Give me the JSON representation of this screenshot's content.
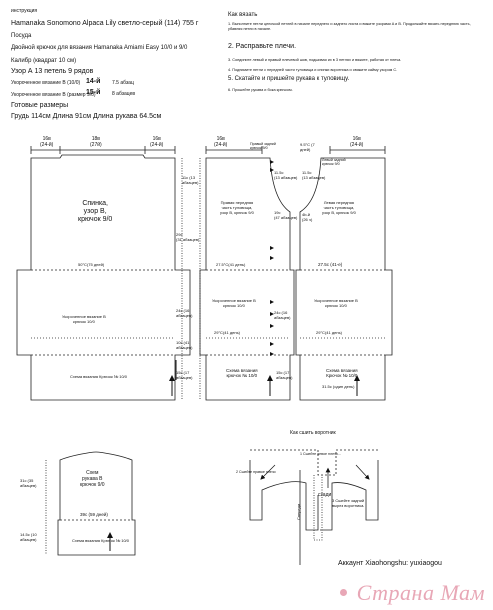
{
  "header": {
    "top_label": "инструкция",
    "yarn_line": "Hamanaka Sonomono Alpaca Lily светло-серый (114) 755 г",
    "tools_heading": "Посуда",
    "hook_line": "Двойной крючок для вязания Hamanaka Amiami Easy 10/0 и 9/0",
    "gauge_heading": "Калибр (квадрат 10 см)",
    "pattern_line": "Узор А 13 петель 9 рядов",
    "pattern_b_label": "Укороченное вязание В (10/0)",
    "pattern_b_value": "14-й",
    "pattern_b_unit": "7.5 абзац",
    "pattern_b2_label": "Укороченное вязание В (размер 9/0)",
    "pattern_b2_value": "15-й",
    "pattern_b2_unit": "8 абзацев",
    "sizes_heading": "Готовые размеры",
    "sizes_line": "Грудь 114см Длина 91см Длина рукава 64.5см"
  },
  "howto": {
    "title": "Как вязать",
    "step1": "1. Выполните петли цепочкой петлей в начале переднего и заднего листа и вяжите узорами A и В. Продолжайте вязать переднюю часть, убавляя петли в начале.",
    "step2_title": "2. Расправьте плечи.",
    "step3": "3. Соедините левый и правый плечевой шов, подшивая их в 3 петлях и вяжите, работая от плеча.",
    "step4": "4. Поднимите петли с передней части туловища и спинки воротника и свяжите кайму узором С.",
    "step5_title": "5. Скатайте и пришейте рукава к туловищу.",
    "step6": "6. Прошейте рукава и бока крючком."
  },
  "back": {
    "top_left": "16в\n(24-й)",
    "top_mid": "18в\n(27й)",
    "top_right": "16в\n(24-й)",
    "right_top": "11с (13\nабзацев)",
    "title": "Спинка,\nузор В,\nкрючок 9/0",
    "side_mid": "29с\n(31 абзацев)",
    "width_mark": "50°С(75 дней)",
    "body_label": "Укороченное вязание В\nкрючок 10/0",
    "side_body": "24с (16\nабзацев)",
    "side_lower": "10с (41\nабзацев)",
    "hem_label": "Схема вязания Крючок № 10/0",
    "hem_side": "15с (17\nабзацев)"
  },
  "right_front": {
    "top": "16в\n(24-й)",
    "collar": "Правый задний\nкрючок 9/0",
    "side_top": "11.5с\n(13 абзацев)",
    "title": "Правая передняя\nчасть туловища,\nузор В, крючок 9/0",
    "side_mid": "19с\n(47 абзацев)",
    "width_mark": "27.5°С(41 день)",
    "body_label": "Укороченное вязание В\nкрючок 10/0",
    "side_body": "24с (16\nабзацев)",
    "width_mark2": "29°С(41 день)",
    "hem_label": "Схема вязания\nкрючок № 10/0",
    "hem_side": "15с (17\nабзацев)"
  },
  "left_front": {
    "top": "16в\n(24-й)",
    "collar_top": "9.5°С (7\nдней)",
    "collar": "Левый задний\nкрючок 9/0",
    "side_top": "11.5с\n(13 абзацев)",
    "title": "Левая передняя\nчасть туловища,\nузор В, крючок 9/0",
    "side_mid": "4b-й\n(26 ч)",
    "width_mark": "27.5с (41-е)",
    "body_label": "Укороченное вязание В\nкрючок 10/0",
    "width_mark2": "29°С(41 день)",
    "hem_label": "Схема вязания\nКрючок № 10/0",
    "hem_side": "31.5с (один день)"
  },
  "sleeve": {
    "title": "Схем\nрукава В\nкрючок 9/0",
    "side_top": "31с (35\nабзацев)",
    "width_mark": "39с (59 дней)",
    "hem_label": "Схема вязания Крючок № 10/0",
    "side_hem": "14.5с (10\nабзацев)"
  },
  "collar": {
    "title": "Как сшить воротник",
    "back_label": "сзади",
    "step1": "1 Сшейте левое плечо...",
    "step2": "2 Сшейте правое плечо",
    "step3": "3 Сшейте задний\nвырез воротника.",
    "front_label": "Спереди",
    "seam_label": "Оборотная сторона..."
  },
  "credit": "Аккаунт Xiaohongshu: yuxiaogou",
  "watermark": "Страна Мам"
}
